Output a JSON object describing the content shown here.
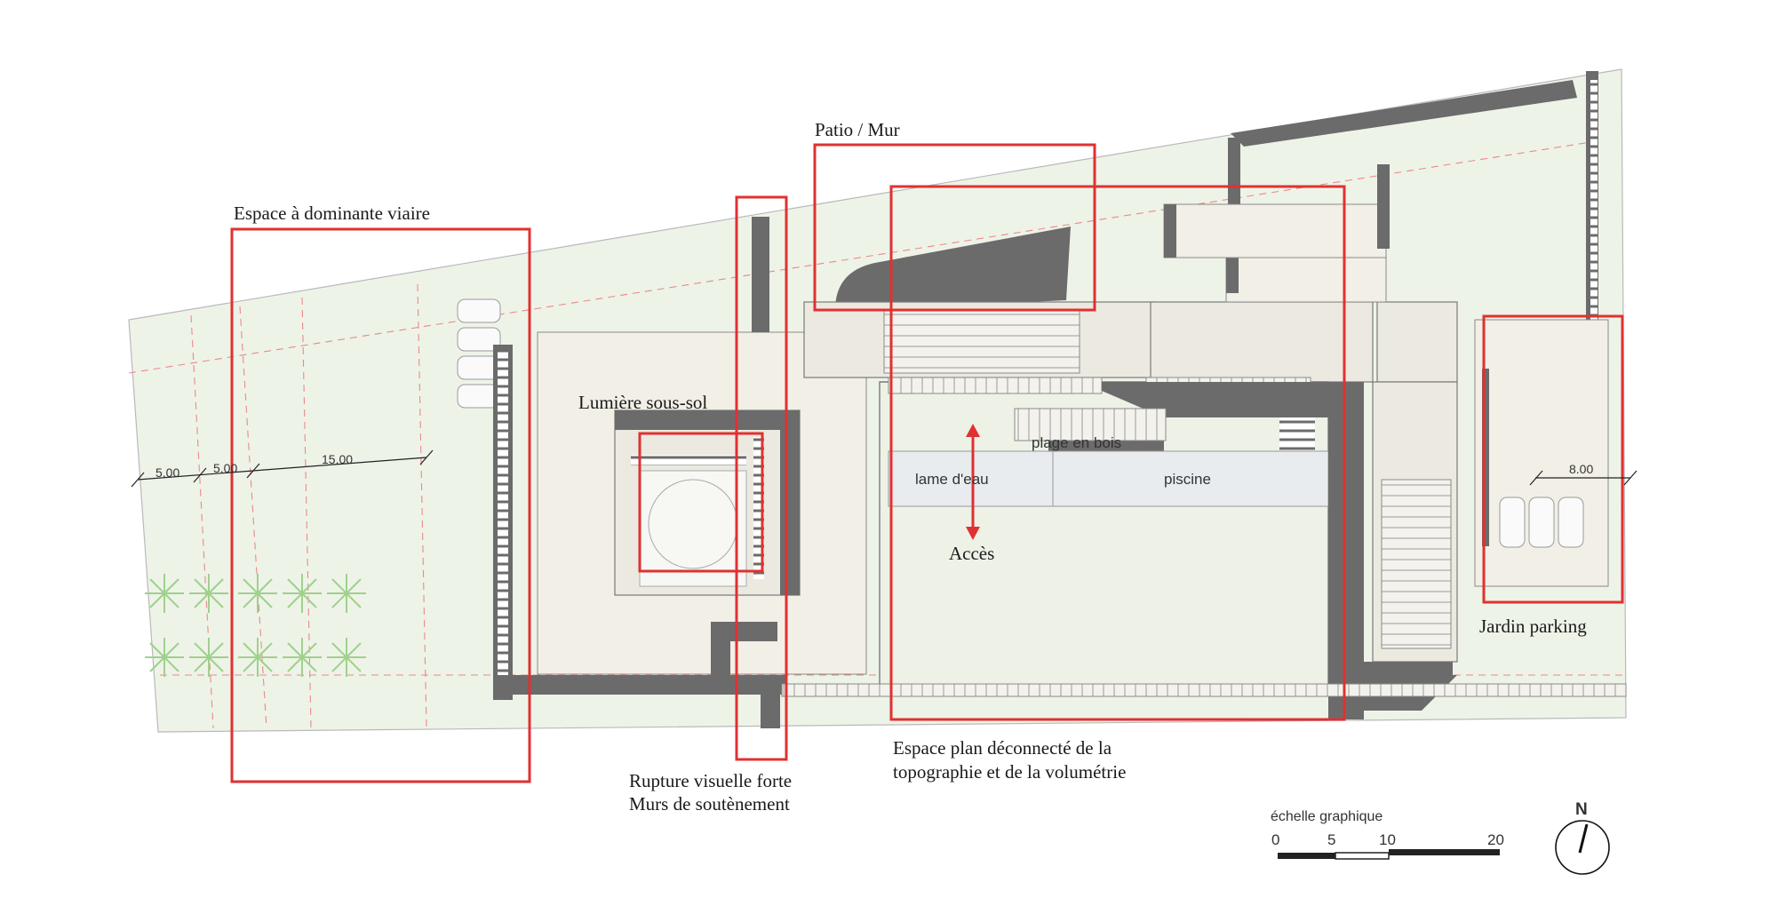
{
  "annotations": {
    "espace_viaire": "Espace à dominante viaire",
    "patio_mur": "Patio / Mur",
    "lumiere": "Lumière sous-sol",
    "acces": "Accès",
    "rupture_1": "Rupture visuelle forte",
    "rupture_2": "Murs de soutènement",
    "espace_plan_1": "Espace plan déconnecté de la",
    "espace_plan_2": "topographie et de la volumétrie",
    "jardin_parking": "Jardin parking"
  },
  "plan_labels": {
    "plage": "plage en bois",
    "lame": "lame d'eau",
    "piscine": "piscine"
  },
  "dimensions": {
    "d1": "5.00",
    "d2": "5.00",
    "d3": "15.00",
    "d4": "8.00"
  },
  "scale_bar": {
    "title": "échelle graphique",
    "ticks": [
      "0",
      "5",
      "10",
      "20"
    ]
  },
  "north": "N",
  "colors": {
    "accent_red": "#e03131",
    "wall_gray": "#6b6b6b",
    "site_green": "#eef3e8"
  }
}
